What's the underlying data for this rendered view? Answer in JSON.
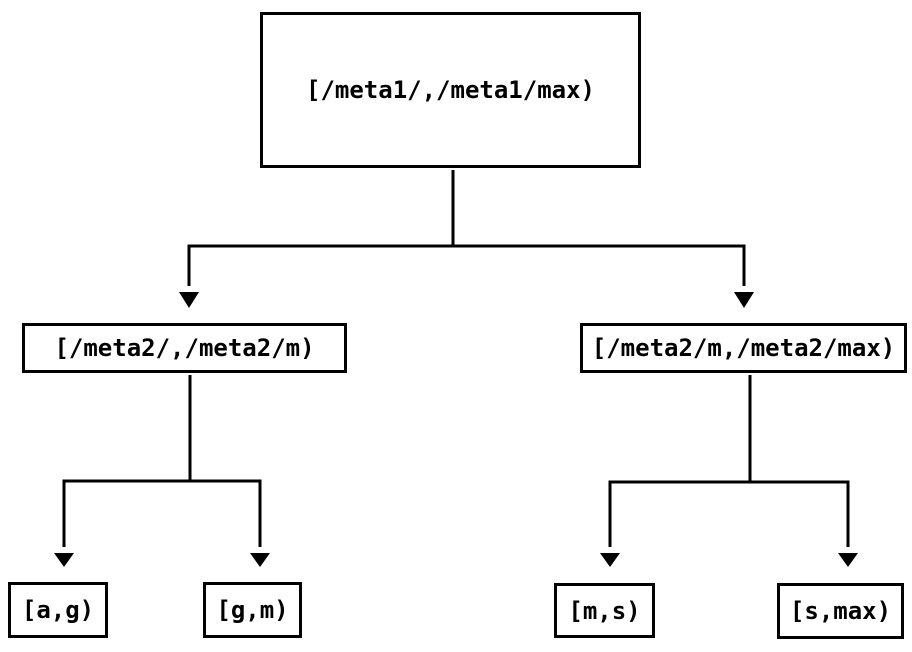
{
  "diagram": {
    "type": "interval-partition-tree",
    "root": {
      "label": "[/meta1/,/meta1/max)"
    },
    "level2": [
      {
        "label": "[/meta2/,/meta2/m)"
      },
      {
        "label": "[/meta2/m,/meta2/max)"
      }
    ],
    "leaves": [
      {
        "label": "[a,g)"
      },
      {
        "label": "[g,m)"
      },
      {
        "label": "[m,s)"
      },
      {
        "label": "[s,max)"
      }
    ],
    "edges": [
      {
        "from": "root",
        "to": "level2.0"
      },
      {
        "from": "root",
        "to": "level2.1"
      },
      {
        "from": "level2.0",
        "to": "leaves.0"
      },
      {
        "from": "level2.0",
        "to": "leaves.1"
      },
      {
        "from": "level2.1",
        "to": "leaves.2"
      },
      {
        "from": "level2.1",
        "to": "leaves.3"
      }
    ],
    "colors": {
      "line": "#000000",
      "background": "#ffffff",
      "text": "#000000"
    }
  }
}
